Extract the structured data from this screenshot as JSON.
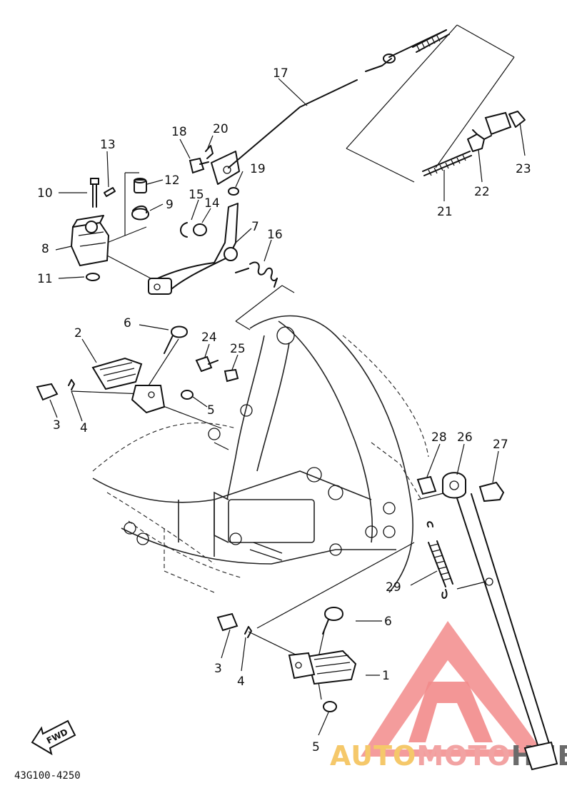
{
  "drawing_code": "43G100-4250",
  "fwd_label": "FWD",
  "watermark": {
    "text_auto": "AUTO",
    "text_moto": "MOTO",
    "text_hub": "HUB",
    "color_auto": "#f5c86a",
    "color_moto": "#f2a3a3",
    "color_hub": "#6b6b6b",
    "logo_color": "#f28b8b"
  },
  "callouts": {
    "c1": "1",
    "c2": "2",
    "c3a": "3",
    "c3b": "3",
    "c4a": "4",
    "c4b": "4",
    "c5a": "5",
    "c5b": "5",
    "c6a": "6",
    "c6b": "6",
    "c7": "7",
    "c8": "8",
    "c9": "9",
    "c10": "10",
    "c11": "11",
    "c12": "12",
    "c13": "13",
    "c14": "14",
    "c15": "15",
    "c16": "16",
    "c17": "17",
    "c18": "18",
    "c19": "19",
    "c20": "20",
    "c21": "21",
    "c22": "22",
    "c23": "23",
    "c24": "24",
    "c25": "25",
    "c26": "26",
    "c27": "27",
    "c28": "28",
    "c29": "29"
  }
}
